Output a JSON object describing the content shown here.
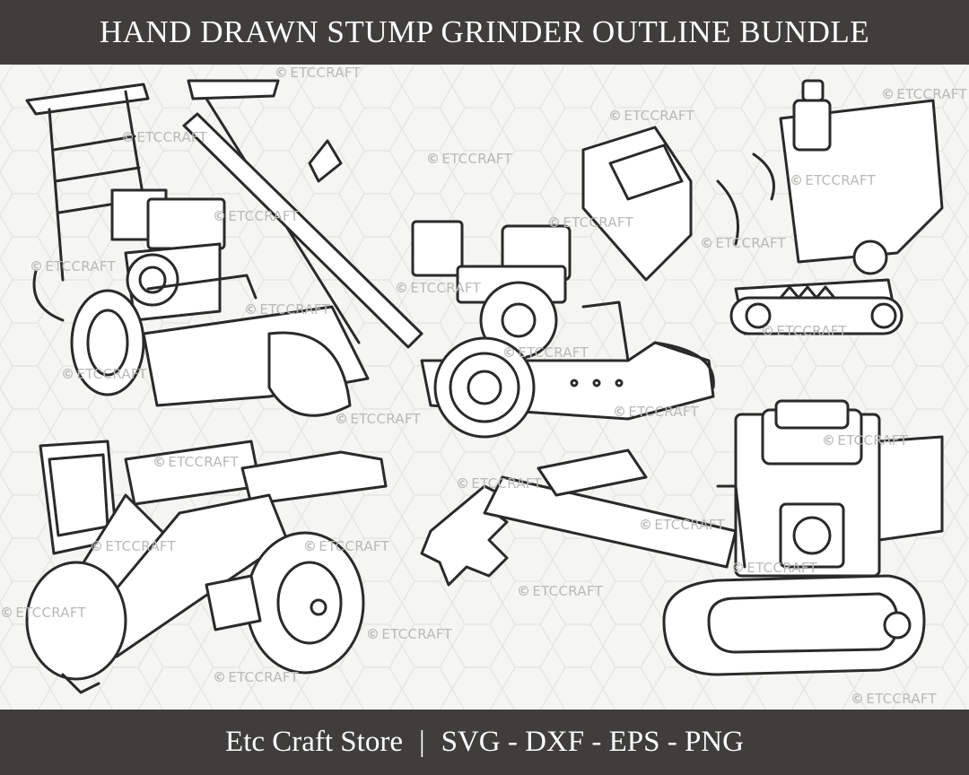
{
  "header": {
    "title": "HAND DRAWN STUMP GRINDER OUTLINE BUNDLE"
  },
  "footer": {
    "store": "Etc Craft Store",
    "separator": "|",
    "formats": "SVG - DXF - EPS - PNG"
  },
  "watermark": {
    "symbol": "©",
    "text": "ETCCRAFT"
  },
  "colors": {
    "banner": "#3f3e3d",
    "banner_text": "#ffffff",
    "outline": "#2a2a2a",
    "background": "#f6f6f4"
  },
  "illustrations": [
    "walk-behind-stump-grinder",
    "towable-stump-grinder",
    "tracked-stump-grinder",
    "handheld-stump-grinder",
    "crawler-stump-grinder"
  ]
}
